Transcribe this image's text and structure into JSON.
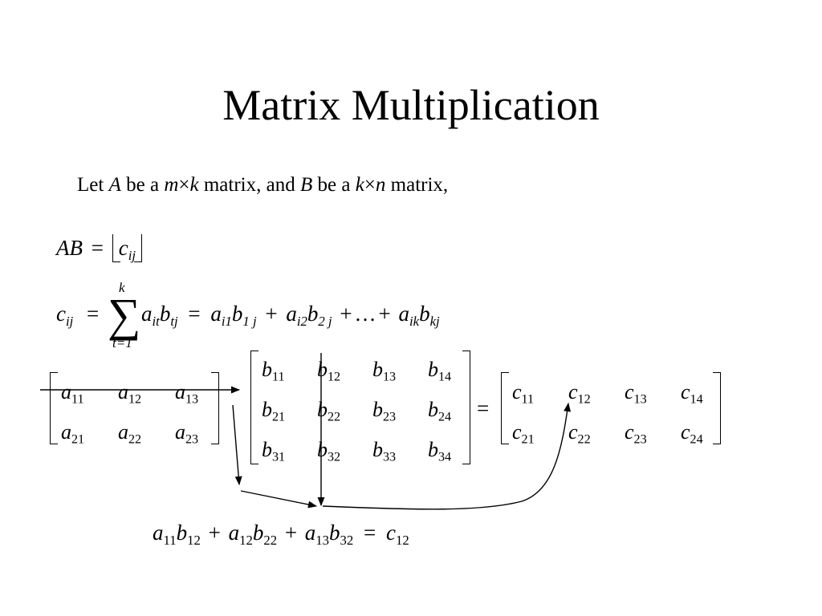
{
  "title": "Matrix Multiplication",
  "intro": {
    "let": "Let",
    "a": "A",
    "be_a_1": "be a",
    "m": "m",
    "times": "×",
    "k": "k",
    "matrix_and": "matrix, and",
    "b": "B",
    "be_a_2": "be a",
    "k2": "k",
    "times2": "×",
    "n": "n",
    "matrix_end": "matrix,"
  },
  "product_def": {
    "lhs": "AB",
    "equals": "=",
    "c": "c",
    "ij": "ij"
  },
  "sum_formula": {
    "c": "c",
    "ij": "ij",
    "equals": "=",
    "sum_top": "k",
    "sigma": "∑",
    "sum_bottom": "t=1",
    "a_it": "a",
    "it": "it",
    "b_tj": "b",
    "tj": "tj",
    "equals2": "=",
    "t1a": "a",
    "t1a_sub": "i1",
    "t1b": "b",
    "t1b_sub": "1 j",
    "plus1": "+",
    "t2a": "a",
    "t2a_sub": "i2",
    "t2b": "b",
    "t2b_sub": "2 j",
    "plus2": "+",
    "dots": "…",
    "plus3": "+",
    "tka": "a",
    "tka_sub": "ik",
    "tkb": "b",
    "tkb_sub": "kj"
  },
  "matrix_a": [
    [
      {
        "v": "a",
        "s": "11"
      },
      {
        "v": "a",
        "s": "12"
      },
      {
        "v": "a",
        "s": "13"
      }
    ],
    [
      {
        "v": "a",
        "s": "21"
      },
      {
        "v": "a",
        "s": "22"
      },
      {
        "v": "a",
        "s": "23"
      }
    ]
  ],
  "matrix_b": [
    [
      {
        "v": "b",
        "s": "11"
      },
      {
        "v": "b",
        "s": "12"
      },
      {
        "v": "b",
        "s": "13"
      },
      {
        "v": "b",
        "s": "14"
      }
    ],
    [
      {
        "v": "b",
        "s": "21"
      },
      {
        "v": "b",
        "s": "22"
      },
      {
        "v": "b",
        "s": "23"
      },
      {
        "v": "b",
        "s": "24"
      }
    ],
    [
      {
        "v": "b",
        "s": "31"
      },
      {
        "v": "b",
        "s": "32"
      },
      {
        "v": "b",
        "s": "33"
      },
      {
        "v": "b",
        "s": "34"
      }
    ]
  ],
  "matrix_equals": "=",
  "matrix_c": [
    [
      {
        "v": "c",
        "s": "11"
      },
      {
        "v": "c",
        "s": "12"
      },
      {
        "v": "c",
        "s": "13"
      },
      {
        "v": "c",
        "s": "14"
      }
    ],
    [
      {
        "v": "c",
        "s": "21"
      },
      {
        "v": "c",
        "s": "22"
      },
      {
        "v": "c",
        "s": "23"
      },
      {
        "v": "c",
        "s": "24"
      }
    ]
  ],
  "result": {
    "a1": "a",
    "a1s": "11",
    "b1": "b",
    "b1s": "12",
    "plus1": "+",
    "a2": "a",
    "a2s": "12",
    "b2": "b",
    "b2s": "22",
    "plus2": "+",
    "a3": "a",
    "a3s": "13",
    "b3": "b",
    "b3s": "32",
    "equals": "=",
    "c": "c",
    "cs": "12"
  }
}
